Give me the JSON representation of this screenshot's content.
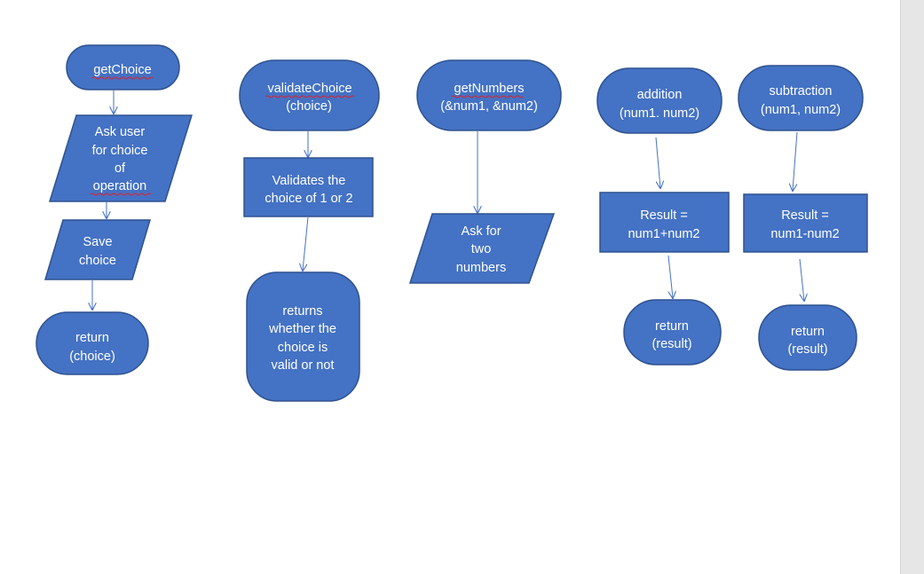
{
  "colors": {
    "shape_fill": "#4472c4",
    "shape_stroke": "#2f528f",
    "connector": "#4472c4",
    "text": "#ffffff",
    "spellcheck": "#e0202a"
  },
  "flows": {
    "getChoice": {
      "start": "getChoice",
      "input": [
        "Ask user",
        "for choice",
        "of",
        "operation"
      ],
      "process": [
        "Save",
        "choice"
      ],
      "end": [
        "return",
        "(choice)"
      ]
    },
    "validateChoice": {
      "start": [
        "validateChoice",
        "(choice)"
      ],
      "process": [
        "Validates the",
        "choice of 1 or 2"
      ],
      "end": [
        "returns",
        "whether the",
        "choice is",
        "valid or not"
      ]
    },
    "getNumbers": {
      "start": [
        "getNumbers",
        "(&num1, &num2)"
      ],
      "input": [
        "Ask for",
        "two",
        "numbers"
      ]
    },
    "addition": {
      "start": [
        "addition",
        "(num1. num2)"
      ],
      "process": [
        "Result =",
        "num1+num2"
      ],
      "end": [
        "return",
        "(result)"
      ]
    },
    "subtraction": {
      "start": [
        "subtraction",
        "(num1, num2)"
      ],
      "process": [
        "Result =",
        "num1-num2"
      ],
      "end": [
        "return",
        "(result)"
      ]
    }
  }
}
